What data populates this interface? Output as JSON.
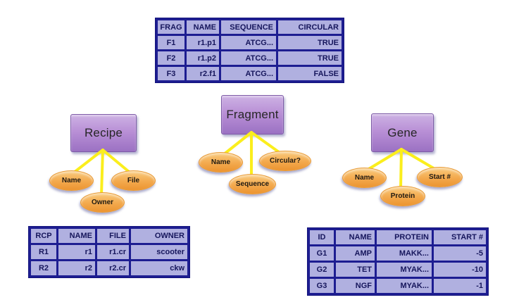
{
  "colors": {
    "background": "#ffffff",
    "table_cell_fill": "#b0b0e0",
    "table_grid": "#1d1d91",
    "table_text": "#16165c",
    "entity_fill_top": "#cdb2e4",
    "entity_fill_bottom": "#9b71c3",
    "attribute_fill_top": "#f9cb7e",
    "attribute_fill_bottom": "#ec9430",
    "connector_yellow": "#fbee1d"
  },
  "entities": {
    "recipe": {
      "label": "Recipe",
      "attributes": {
        "name": "Name",
        "owner": "Owner",
        "file": "File"
      }
    },
    "fragment": {
      "label": "Fragment",
      "attributes": {
        "name": "Name",
        "sequence": "Sequence",
        "circular": "Circular?"
      }
    },
    "gene": {
      "label": "Gene",
      "attributes": {
        "name": "Name",
        "protein": "Protein",
        "start": "Start #"
      }
    }
  },
  "tables": {
    "fragment": {
      "headers": [
        "FRAG",
        "NAME",
        "SEQUENCE",
        "CIRCULAR"
      ],
      "rows": [
        [
          "F1",
          "r1.p1",
          "ATCG...",
          "TRUE"
        ],
        [
          "F2",
          "r1.p2",
          "ATCG...",
          "TRUE"
        ],
        [
          "F3",
          "r2.f1",
          "ATCG...",
          "FALSE"
        ]
      ]
    },
    "recipe": {
      "headers": [
        "RCP",
        "NAME",
        "FILE",
        "OWNER"
      ],
      "rows": [
        [
          "R1",
          "r1",
          "r1.cr",
          "scooter"
        ],
        [
          "R2",
          "r2",
          "r2.cr",
          "ckw"
        ]
      ]
    },
    "gene": {
      "headers": [
        "ID",
        "NAME",
        "PROTEIN",
        "START #"
      ],
      "rows": [
        [
          "G1",
          "AMP",
          "MAKK...",
          "-5"
        ],
        [
          "G2",
          "TET",
          "MYAK...",
          "-10"
        ],
        [
          "G3",
          "NGF",
          "MYAK...",
          "-1"
        ]
      ]
    }
  }
}
